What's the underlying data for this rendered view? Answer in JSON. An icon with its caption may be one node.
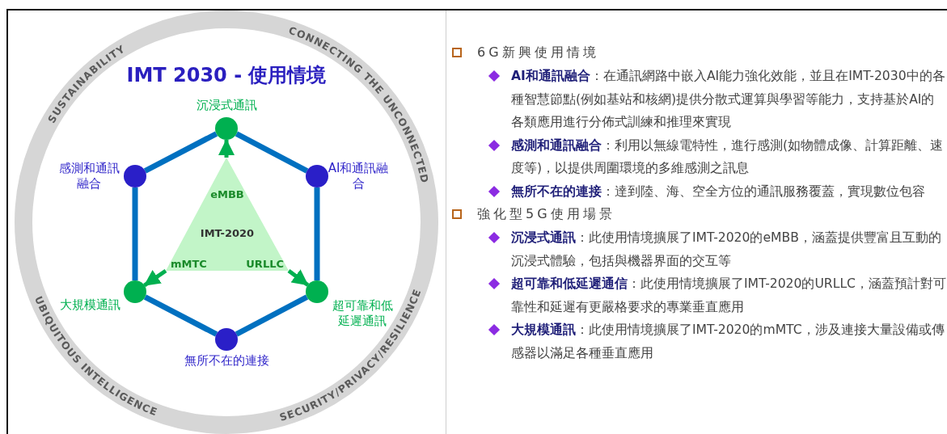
{
  "diagram": {
    "title": "IMT 2030 - 使用情境",
    "nodes": [
      {
        "text": [
          "沉浸式通訊"
        ]
      },
      {
        "text": [
          "感測和通訊融合"
        ]
      },
      {
        "text": [
          "AI和通訊融合"
        ]
      },
      {
        "text": [
          "eMBB",
          "IMT-2020",
          "mMTC",
          "URLLC"
        ]
      },
      {
        "text": [
          "大規模通訊"
        ]
      },
      {
        "text": [
          "超可靠和低延遲通訊"
        ]
      },
      {
        "text": [
          "無所不在的連接"
        ]
      }
    ],
    "edges": [
      {
        "from": 1,
        "to": 0,
        "arrow": "none"
      },
      {
        "from": 0,
        "to": 2,
        "arrow": "none"
      },
      {
        "from": 2,
        "to": 5,
        "arrow": "none"
      },
      {
        "from": 5,
        "to": 6,
        "arrow": "none"
      },
      {
        "from": 6,
        "to": 4,
        "arrow": "none"
      },
      {
        "from": 4,
        "to": 1,
        "arrow": "none"
      },
      {
        "from": 3,
        "to": 0,
        "arrow": "to",
        "color": "#00b050"
      },
      {
        "from": 3,
        "to": 4,
        "arrow": "to",
        "color": "#00b050"
      },
      {
        "from": 3,
        "to": 5,
        "arrow": "to",
        "color": "#00b050"
      }
    ],
    "labels": [
      "SUSTAINABILITY",
      "CONNECTING THE UNCONNECTED",
      "UBIQUITOUS INTELLIGENCE",
      "SECURITY/PRIVACY/RESILIENCE",
      "6G新興使用情境",
      "**AI和通訊融合**：在通訊網路中嵌入AI能力強化效能，並且在IMT-2030中的各種智慧節點(例如基站和核網)提供分散式運算與學習等能力，支持基於AI的各類應用進行分佈式訓練和推理來實現",
      "**感測和通訊融合**：利用以無線電特性，進行感測(如物體成像、計算距離、速度等)，以提供周圍環境的多維感測之訊息",
      "**無所不在的連接**：達到陸、海、空全方位的通訊服務覆蓋，實現數位包容",
      "強化型5G使用場景",
      "**沉浸式通訊**：此使用情境擴展了IMT-2020的eMBB，涵蓋提供豐富且互動的沉浸式體驗，包括與機器界面的交互等",
      "**超可靠和低延遲通信**：此使用情境擴展了IMT-2020的URLLC，涵蓋預計對可靠性和延遲有更嚴格要求的專業垂直應用",
      "**大規模通訊**：此使用情境擴展了IMT-2020的mMTC，涉及連接大量設備或傳感器以滿足各種垂直應用"
    ]
  }
}
